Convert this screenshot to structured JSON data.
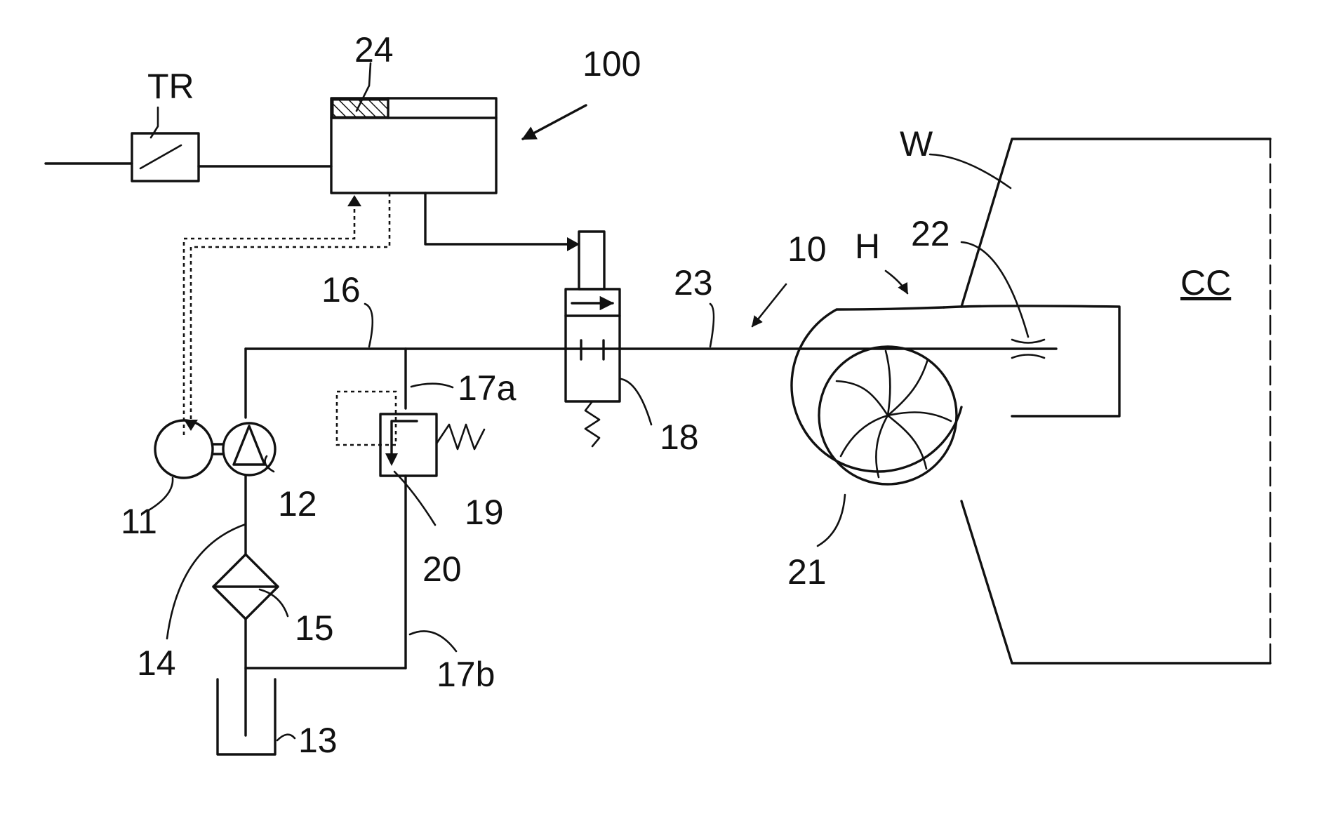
{
  "labels": {
    "tr": "TR",
    "n24": "24",
    "n100": "100",
    "w": "W",
    "n22": "22",
    "n10": "10",
    "h": "H",
    "cc": "CC",
    "n16": "16",
    "n23": "23",
    "n17a": "17a",
    "n18": "18",
    "n11": "11",
    "n12": "12",
    "n19": "19",
    "n20": "20",
    "n21": "21",
    "n14": "14",
    "n15": "15",
    "n17b": "17b",
    "n13": "13"
  },
  "colors": {
    "ink": "#111111",
    "paper": "#ffffff"
  }
}
